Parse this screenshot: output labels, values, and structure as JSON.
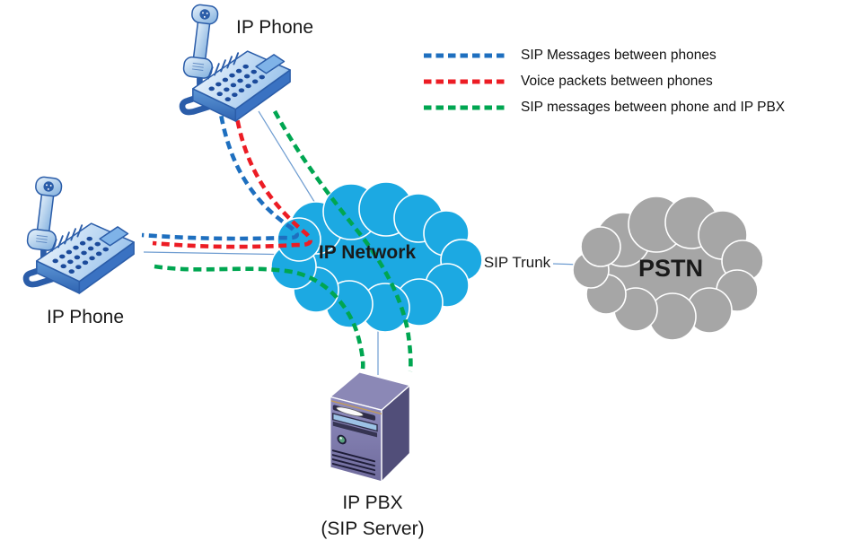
{
  "nodes": {
    "phone_top": {
      "label": "IP Phone"
    },
    "phone_left": {
      "label": "IP Phone"
    },
    "ip_network": {
      "label": "IP Network"
    },
    "pstn": {
      "label": "PSTN"
    },
    "ip_pbx": {
      "label_line1": "IP PBX",
      "label_line2": "(SIP Server)"
    }
  },
  "links": {
    "sip_trunk": {
      "label": "SIP Trunk"
    }
  },
  "legend": {
    "items": [
      {
        "name": "sip-messages-between-phones",
        "label": "SIP Messages between phones",
        "color": "#1E6FBF"
      },
      {
        "name": "voice-packets-between-phones",
        "label": "Voice packets between phones",
        "color": "#EC1C24"
      },
      {
        "name": "sip-messages-phone-and-pbx",
        "label": "SIP messages between phone and IP PBX",
        "color": "#00A651"
      }
    ]
  },
  "colors": {
    "ip_network_cloud": "#1CA9E2",
    "pstn_cloud": "#A6A6A6",
    "connector_line": "#6F9DD1",
    "text": "#1A1A1A"
  }
}
